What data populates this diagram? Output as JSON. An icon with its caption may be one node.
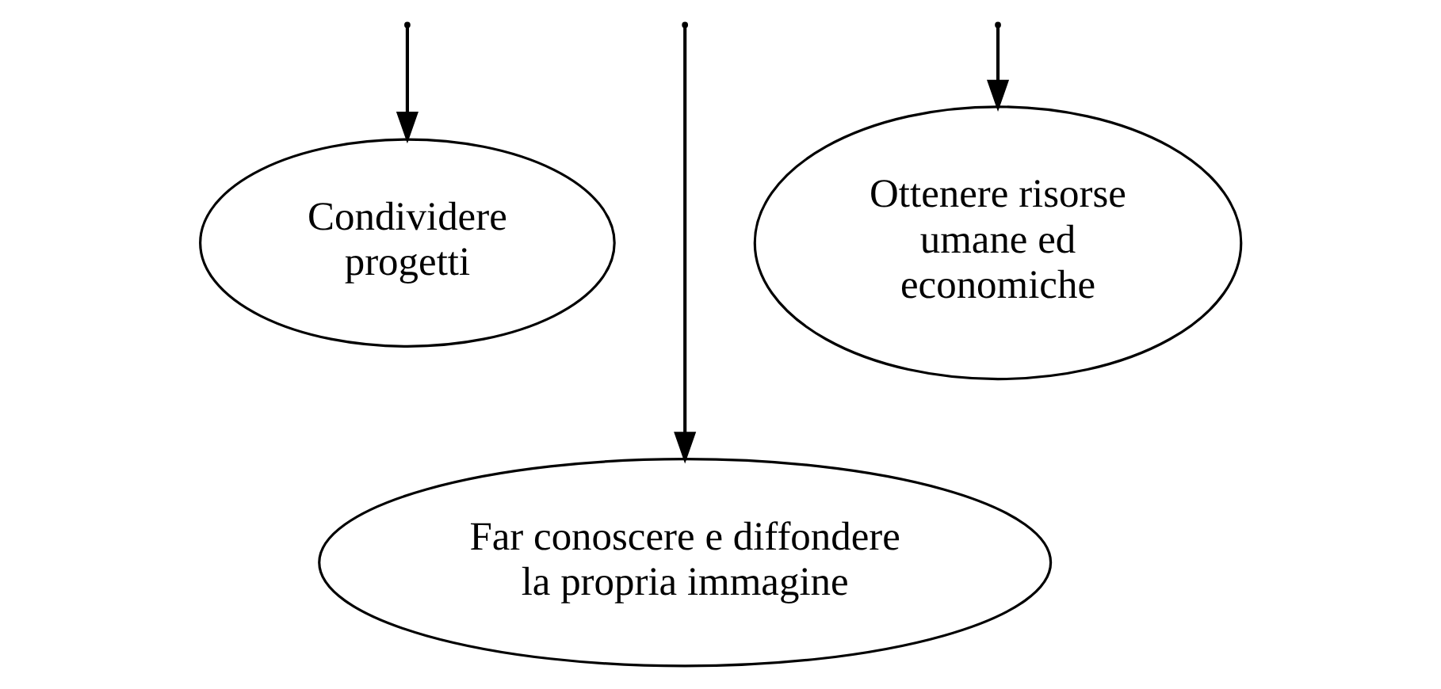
{
  "diagram": {
    "nodes": [
      {
        "text": [
          "Condividere progetti"
        ]
      },
      {
        "text": [
          "Ottenere risorse umane ed economiche"
        ]
      },
      {
        "text": [
          "Far conoscere e diffondere la propria immagine"
        ]
      }
    ],
    "edges": [
      {
        "from": null,
        "to": 0,
        "arrow": "to"
      },
      {
        "from": null,
        "to": 2,
        "arrow": "to"
      },
      {
        "from": null,
        "to": 1,
        "arrow": "to"
      }
    ]
  }
}
